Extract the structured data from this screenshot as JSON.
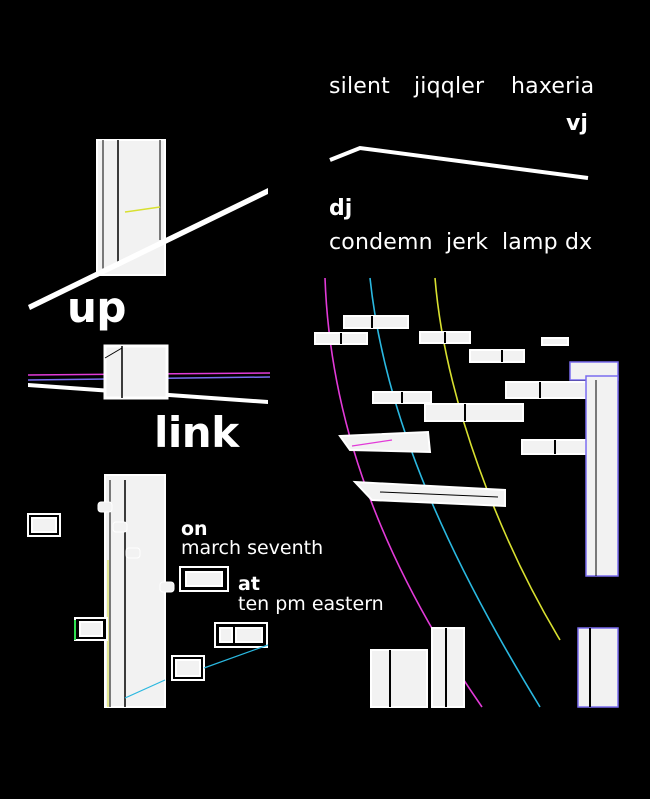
{
  "vj": {
    "names": [
      "silent",
      "jiqqler",
      "haxeria"
    ],
    "role": "vj"
  },
  "dj": {
    "role": "dj",
    "names": [
      "condemn",
      "jerk",
      "lamp dx"
    ]
  },
  "title": {
    "word1": "up",
    "word2": "link"
  },
  "event": {
    "on_label": "on",
    "date": "march seventh",
    "at_label": "at",
    "time": "ten pm eastern"
  },
  "colors": {
    "background": "#000000",
    "text": "#ffffff",
    "block_fill": "#f2f2f2",
    "line_magenta": "#e23ad8",
    "line_cyan": "#2ab8e0",
    "line_yellow": "#d8e030",
    "line_violet": "#7a6cf0"
  }
}
